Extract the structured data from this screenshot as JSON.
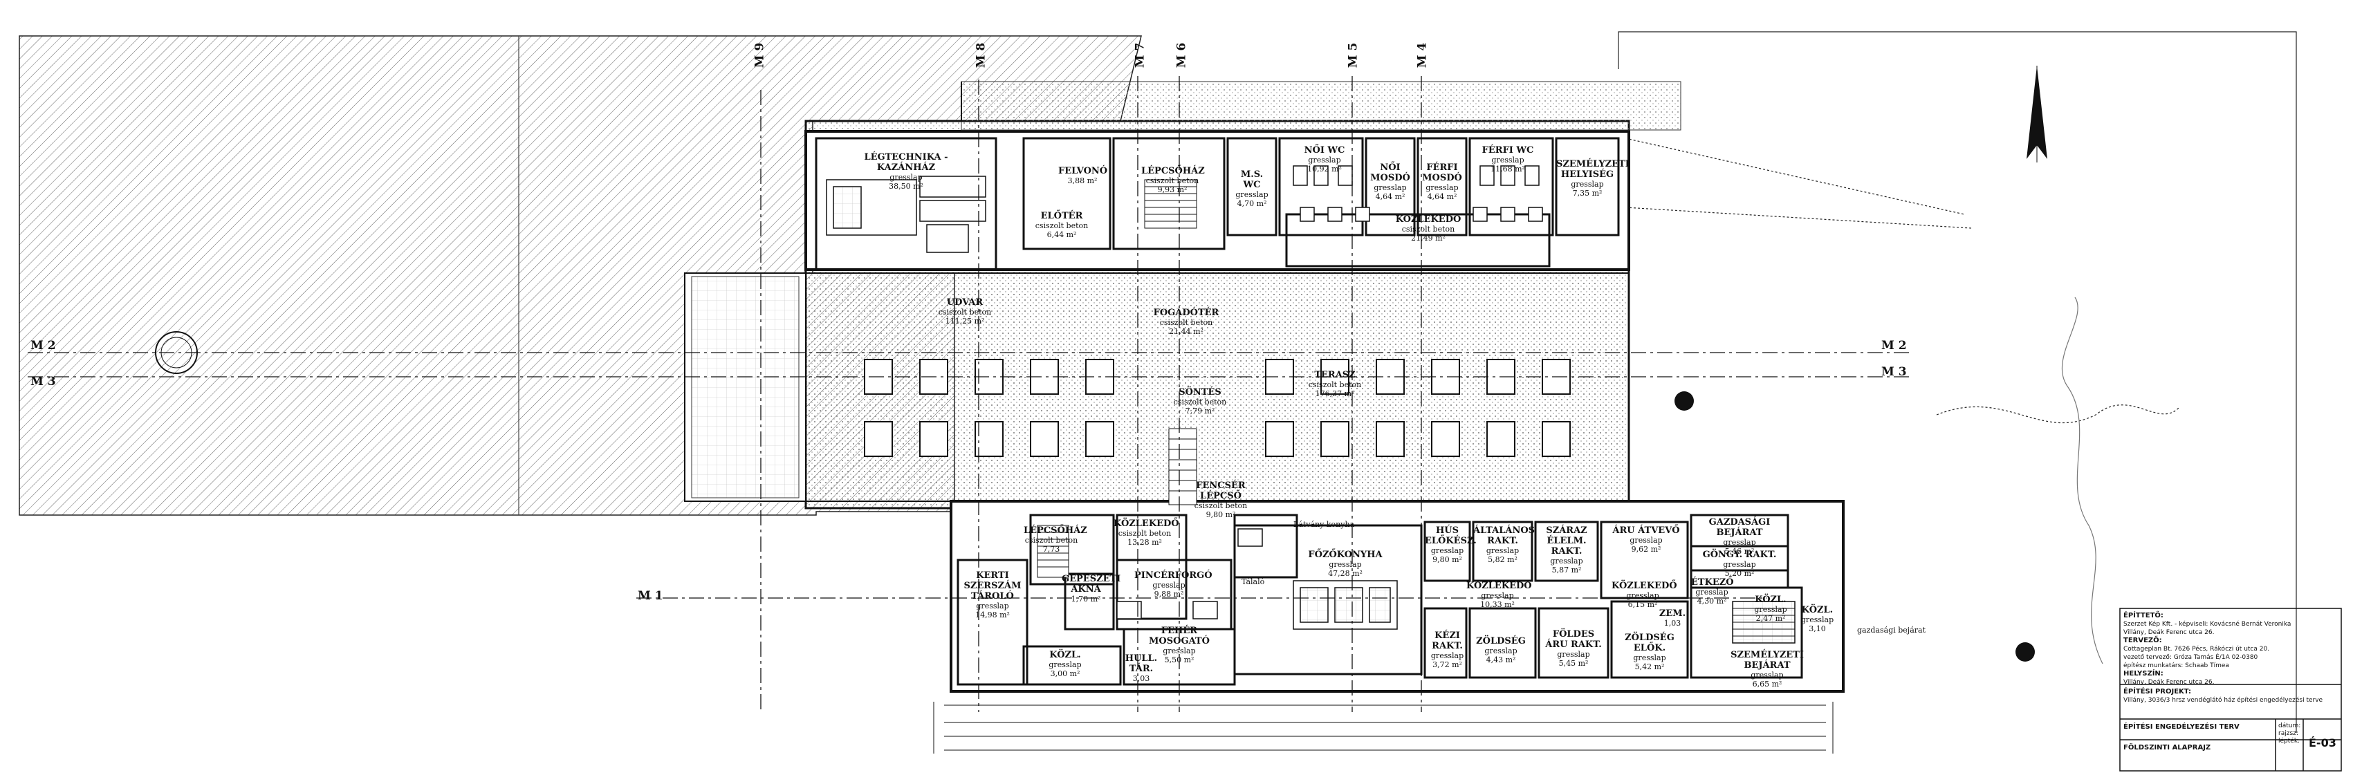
{
  "axes": {
    "m1": "M 1",
    "m2": "M 2",
    "m3": "M 3",
    "m4": "M 4",
    "m5": "M 5",
    "m6": "M 6",
    "m7": "M 7",
    "m8": "M 8",
    "m9": "M 9"
  },
  "rooms": {
    "legtechnika": {
      "name": "LÉGTECHNIKA - KAZÁNHÁZ",
      "floor": "gresslap",
      "area": "38,50 m²"
    },
    "eloter": {
      "name": "ELŐTÉR",
      "floor": "csiszolt beton",
      "area": "6,44 m²"
    },
    "felvono": {
      "name": "FELVONÓ",
      "area": "3,88 m²"
    },
    "lepcsohaz_top": {
      "name": "LÉPCSŐHÁZ",
      "floor": "csiszolt beton",
      "area": "9,93 m²"
    },
    "ms_wc": {
      "name": "M.S. WC",
      "floor": "gresslap",
      "area": "4,70 m²"
    },
    "noi_wc": {
      "name": "NŐI WC",
      "floor": "gresslap",
      "area": "10,92 m²"
    },
    "noi_mosdo": {
      "name": "NŐI MOSDÓ",
      "floor": "gresslap",
      "area": "4,64 m²"
    },
    "ferfi_mosdo": {
      "name": "FÉRFI MOSDÓ",
      "floor": "gresslap",
      "area": "4,64 m²"
    },
    "ferfi_wc": {
      "name": "FÉRFI WC",
      "floor": "gresslap",
      "area": "11,68 m²"
    },
    "szemelyzeti_helyiseg": {
      "name": "SZEMÉLYZETI HELYISÉG",
      "floor": "gresslap",
      "area": "7,35 m²"
    },
    "kozlekedo_top": {
      "name": "KÖZLEKEDŐ",
      "floor": "csiszolt beton",
      "area": "21,49 m²"
    },
    "udvar": {
      "name": "UDVAR",
      "floor": "csiszolt beton",
      "area": "111,25 m²"
    },
    "fogadoter": {
      "name": "FOGADÓTÉR",
      "floor": "csiszolt beton",
      "area": "21,44 m²"
    },
    "sontes": {
      "name": "SÖNTÉS",
      "floor": "csiszolt beton",
      "area": "7,79 m²"
    },
    "terasz": {
      "name": "TERASZ",
      "floor": "csiszolt beton",
      "area": "176,37 m²"
    },
    "lepcsohaz_bottom": {
      "name": "LÉPCSŐHÁZ",
      "floor": "csiszolt beton",
      "area": "7,73"
    },
    "kozlekedo_b1": {
      "name": "KÖZLEKEDŐ",
      "floor": "csiszolt beton",
      "area": "13,28 m²"
    },
    "lecsos_lepcso": {
      "name": "FENCSÉR LÉPCSŐ",
      "floor": "csiszolt beton",
      "area": "9,80 m²"
    },
    "kerti_szerszam": {
      "name": "KERTI SZERSZÁM TÁROLÓ",
      "floor": "gresslap",
      "area": "14,98 m²"
    },
    "gepeszeti": {
      "name": "GÉPÉSZETI AKNA",
      "floor": "",
      "area": "1,70 m²"
    },
    "pinceforgo": {
      "name": "PINCÉRFORGÓ",
      "floor": "gresslap",
      "area": "9,88 m²"
    },
    "feher_mosogato": {
      "name": "FEHÉR MOSOGATÓ",
      "floor": "gresslap",
      "area": "5,50 m²"
    },
    "hull_tar": {
      "name": "HULL. TÁR.",
      "area": "3,03"
    },
    "kozl_small": {
      "name": "KÖZL.",
      "floor": "gresslap",
      "area": "3,00 m²"
    },
    "tálaló": {
      "name": "Tálaló"
    },
    "fozokonyha": {
      "name": "FŐZŐKONYHA",
      "floor": "gresslap",
      "area": "47,28 m²"
    },
    "latvanykonyha": {
      "name": "Látvány konyha"
    },
    "hus_elo": {
      "name": "HÚS ELŐKÉSZ.",
      "floor": "gresslap",
      "area": "9,80 m²"
    },
    "altalanos_rakt": {
      "name": "ÁLTALÁNOS RAKT.",
      "floor": "gresslap",
      "area": "5,82 m²"
    },
    "szaraz_ellekeszito": {
      "name": "SZÁRAZ ÉLELM. RAKT.",
      "floor": "gresslap",
      "area": "5,87 m²"
    },
    "aru_atvevo": {
      "name": "ÁRU ÁTVEVŐ",
      "floor": "gresslap",
      "area": "9,62 m²"
    },
    "gazdasagi_bejarat": {
      "name": "GAZDASÁGI BEJÁRAT",
      "floor": "gresslap",
      "area": "5,46 m²"
    },
    "gongy_rakt": {
      "name": "GÖNGY. RAKT.",
      "floor": "gresslap",
      "area": "5,20 m²"
    },
    "kozlekedo_b2": {
      "name": "KÖZLEKEDŐ",
      "floor": "gresslap",
      "area": "10,33 m²"
    },
    "kozlekedo_b3": {
      "name": "KÖZLEKEDŐ",
      "floor": "gresslap",
      "area": "6,15 m²"
    },
    "kez_rakt": {
      "name": "KÉZI RAKT.",
      "floor": "gresslap",
      "area": "3,72 m²"
    },
    "zoldseg": {
      "name": "ZÖLDSÉG",
      "floor": "gresslap",
      "area": "4,43 m²"
    },
    "foldes_aru": {
      "name": "FÖLDES ÁRU RAKT.",
      "floor": "gresslap",
      "area": "5,45 m²"
    },
    "zoldseg_elo": {
      "name": "ZÖLDSÉG ELŐK.",
      "floor": "gresslap",
      "area": "5,42 m²"
    },
    "zem": {
      "name": "ZEM.",
      "area": "1,03"
    },
    "szemelyzeti_bejarat": {
      "name": "SZEMÉLYZETI BEJÁRAT",
      "floor": "gresslap",
      "area": "6,65 m²"
    },
    "kozl_right": {
      "name": "KÖZL.",
      "floor": "gresslap",
      "area": "3,10"
    },
    "etkes": {
      "name": "ÉTKEZŐ",
      "floor": "gresslap",
      "area": "4,30 m²"
    },
    "kozl_mid": {
      "name": "KÖZL.",
      "floor": "gresslap",
      "area": "2,47 m²"
    }
  },
  "labels": {
    "gazdasagi_bejarat_side": "gazdasági bejárat"
  },
  "title_block": {
    "l1": "ÉPÍTTETŐ:",
    "l2": "Szerzet Kép Kft. - képviseli: Kovácsné Bernát Veronika",
    "l3": "Villány, Deák Ferenc utca 26.",
    "l4": "TERVEZŐ:",
    "l5": "Cottageplan Bt. 7626 Pécs, Rákóczi út utca 20.",
    "l6": "vezető tervező: Gróza Tamás  É/1A 02-0380",
    "l7": "építész munkatárs: Schaab Tímea",
    "l8": "HELYSZÍN:",
    "l9": "Villány, Deák Ferenc utca 26.",
    "l10": "ÉPÍTÉSI PROJEKT:",
    "l11": "Villány, 3036/3 hrsz vendéglátó ház építési engedélyezési terve",
    "l12": "ÉPÍTÉSI ENGEDÉLYEZÉSI TERV",
    "l13": "FÖLDSZINTI ALAPRAJZ",
    "l14": "dátum:",
    "l15": "rajzsz:",
    "l16": "lépték:",
    "sheet": "É-03"
  }
}
